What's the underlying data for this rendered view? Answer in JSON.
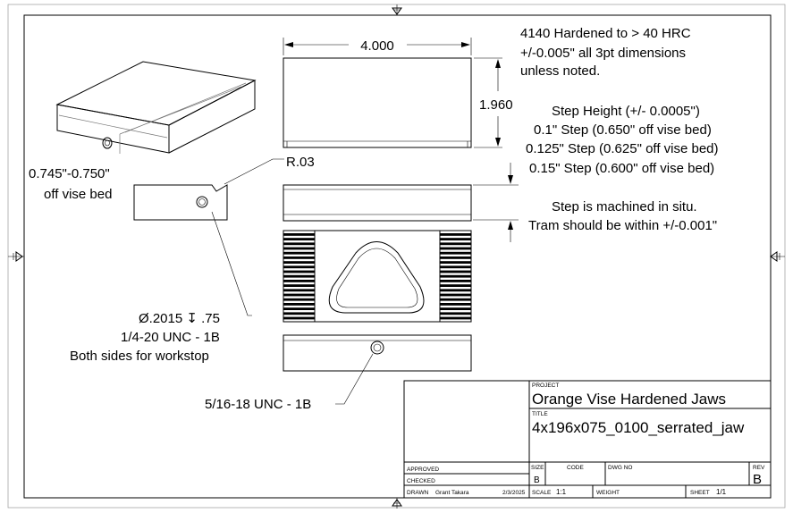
{
  "drawing": {
    "dimensions": {
      "width": "4.000",
      "height": "1.960",
      "radius": "R.03",
      "bed_range": "0.745\"-0.750\"",
      "bed_suffix": "off vise bed"
    },
    "notes": {
      "material": [
        "4140 Hardened to > 40 HRC",
        "+/-0.005\" all 3pt dimensions",
        "unless noted."
      ],
      "steps": [
        "Step Height (+/- 0.0005\")",
        "0.1\" Step (0.650\" off vise bed)",
        "0.125\" Step (0.625\" off vise bed)",
        "0.15\" Step (0.600\" off vise bed)"
      ],
      "machining": [
        "Step is machined in situ.",
        "Tram should be within +/-0.001\""
      ],
      "hole_callout": [
        "Ø.2015 ↧ .75",
        "1/4-20 UNC - 1B",
        "Both sides for workstop"
      ],
      "bottom_tap": "5/16-18 UNC - 1B"
    }
  },
  "title_block": {
    "project_label": "PROJECT",
    "project": "Orange Vise Hardened Jaws",
    "title_label": "TITLE",
    "title": "4x196x075_0100_serrated_jaw",
    "approved_label": "APPROVED",
    "checked_label": "CHECKED",
    "drawn_label": "DRAWN",
    "drawn_by": "Grant Takara",
    "date": "2/3/2025",
    "size_label": "SIZE",
    "size": "B",
    "code_label": "CODE",
    "dwg_no_label": "DWG NO",
    "rev_label": "REV",
    "rev": "B",
    "scale_label": "SCALE",
    "scale": "1:1",
    "weight_label": "WEIGHT",
    "sheet_label": "SHEET",
    "sheet": "1/1"
  }
}
